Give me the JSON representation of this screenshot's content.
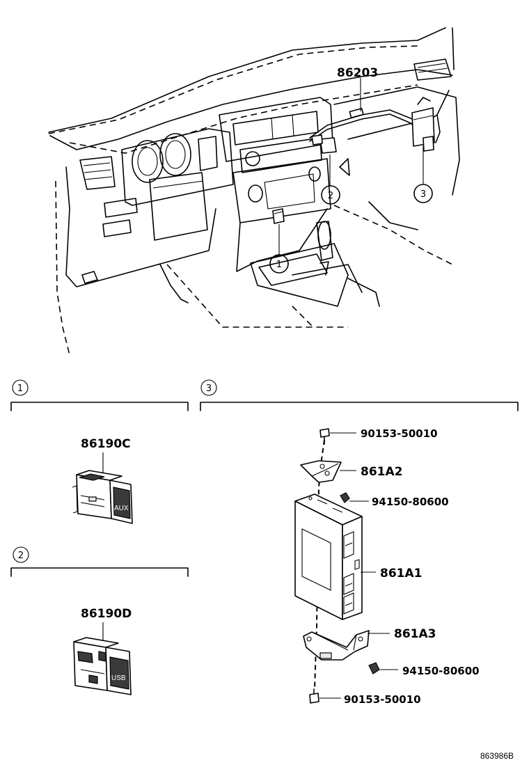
{
  "callouts": {
    "c1": "1",
    "c2": "2",
    "c3": "3"
  },
  "parts": {
    "harness": "86203",
    "aux_jack": "86190C",
    "usb_jack": "86190D",
    "bracket_top": "861A2",
    "receiver": "861A1",
    "bracket_bottom": "861A3",
    "bolt_top": "90153-50010",
    "nut_top": "94150-80600",
    "nut_bottom": "94150-80600",
    "bolt_bottom": "90153-50010"
  },
  "jack_faces": {
    "aux": "AUX",
    "usb": "USB"
  },
  "diagram_code": "863986B"
}
